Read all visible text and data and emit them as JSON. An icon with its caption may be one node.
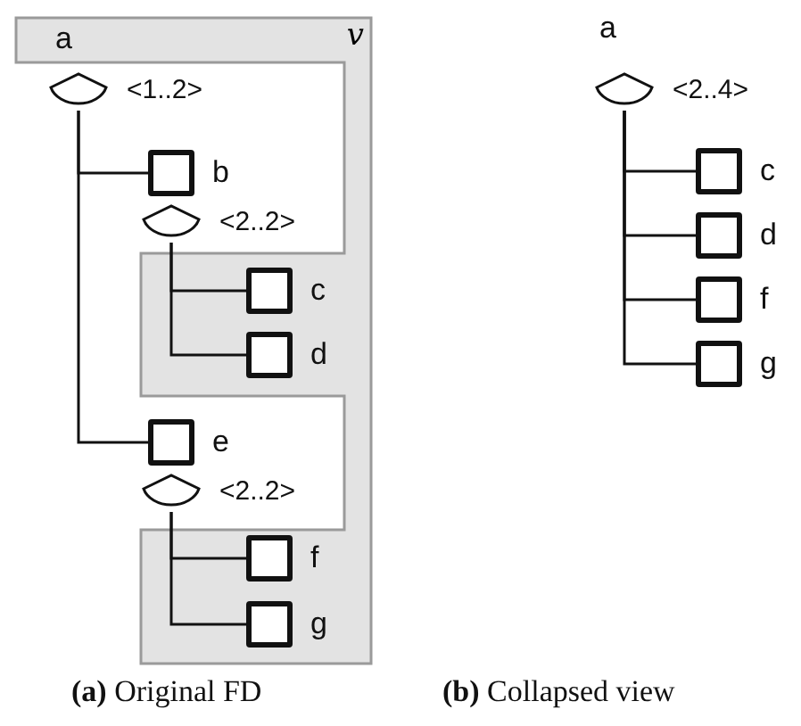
{
  "diagram": {
    "nodes": [
      {
        "text": [
          "v"
        ]
      },
      {
        "text": [
          "a"
        ],
        "in": 0
      },
      {
        "text": [
          "<1..2>"
        ]
      },
      {
        "text": [
          "b"
        ]
      },
      {
        "text": [
          "<2..2>"
        ]
      },
      {
        "text": [
          "c"
        ],
        "in": 0
      },
      {
        "text": [
          "d"
        ],
        "in": 0
      },
      {
        "text": [
          "e"
        ]
      },
      {
        "text": [
          "<2..2>"
        ]
      },
      {
        "text": [
          "f"
        ],
        "in": 0
      },
      {
        "text": [
          "g"
        ],
        "in": 0
      },
      {
        "text": [
          "a"
        ]
      },
      {
        "text": [
          "<2..4>"
        ]
      },
      {
        "text": [
          "c"
        ]
      },
      {
        "text": [
          "d"
        ]
      },
      {
        "text": [
          "f"
        ]
      },
      {
        "text": [
          "g"
        ]
      }
    ],
    "edges": [
      {
        "from": 2,
        "to": 3,
        "arrow": "none"
      },
      {
        "from": 2,
        "to": 7,
        "arrow": "none"
      },
      {
        "from": 4,
        "to": 5,
        "arrow": "none"
      },
      {
        "from": 4,
        "to": 6,
        "arrow": "none"
      },
      {
        "from": 8,
        "to": 9,
        "arrow": "none"
      },
      {
        "from": 8,
        "to": 10,
        "arrow": "none"
      },
      {
        "from": 12,
        "to": 13,
        "arrow": "none"
      },
      {
        "from": 12,
        "to": 14,
        "arrow": "none"
      },
      {
        "from": 12,
        "to": 15,
        "arrow": "none"
      },
      {
        "from": 12,
        "to": 16,
        "arrow": "none"
      }
    ],
    "labels": [
      "**(a)** Original FD",
      "**(b)** Collapsed view"
    ]
  }
}
